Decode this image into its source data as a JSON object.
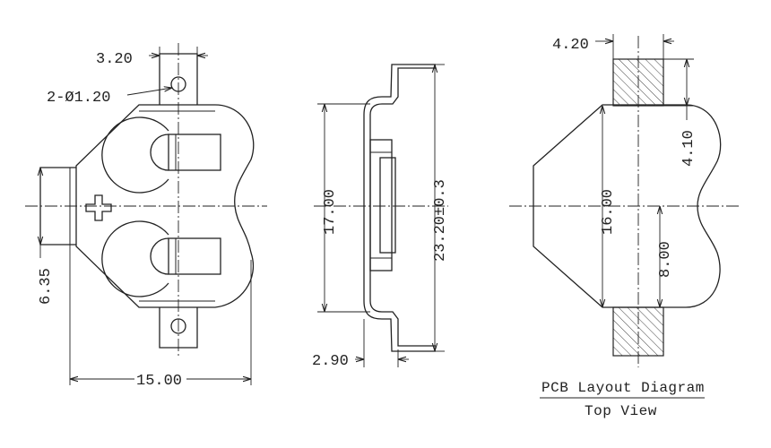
{
  "colors": {
    "line": "#222222",
    "background": "#ffffff"
  },
  "front_view": {
    "dim_tab_width": "3.20",
    "dim_hole": "2-Ø1.20",
    "dim_side_tab": "6.35",
    "dim_overall_width": "15.00"
  },
  "side_view": {
    "dim_body": "17.00",
    "dim_overall": "23.20±0.3",
    "dim_thickness": "2.90"
  },
  "pcb_view": {
    "dim_pad_width": "4.20",
    "dim_pad_length": "4.10",
    "dim_pad_spacing": "16.00",
    "dim_half_spacing": "8.00",
    "caption_title": "PCB Layout Diagram",
    "caption_subtitle": "Top View"
  }
}
